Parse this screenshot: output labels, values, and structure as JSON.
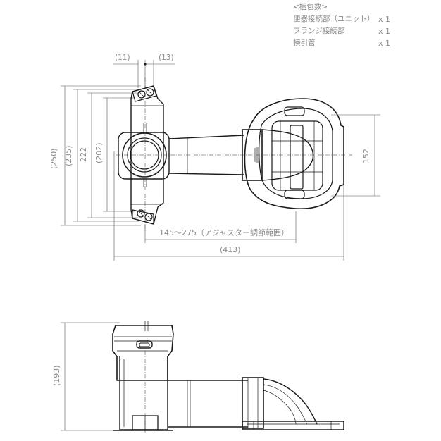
{
  "notes": {
    "heading": "<梱包数>",
    "items": [
      {
        "label": "便器接続部（ユニット）",
        "qty": "x 1"
      },
      {
        "label": "フランジ接続部",
        "qty": "x 1"
      },
      {
        "label": "横引管",
        "qty": "x 1"
      }
    ]
  },
  "dimensions": {
    "d_11": "(11)",
    "d_13": "(13)",
    "d_250": "(250)",
    "d_235": "(235)",
    "d_222": "222",
    "d_202": "(202)",
    "d_152": "152",
    "adjust_range": "145～275（アジャスター調節範囲）",
    "d_413": "(413)",
    "d_193": "(193)"
  }
}
